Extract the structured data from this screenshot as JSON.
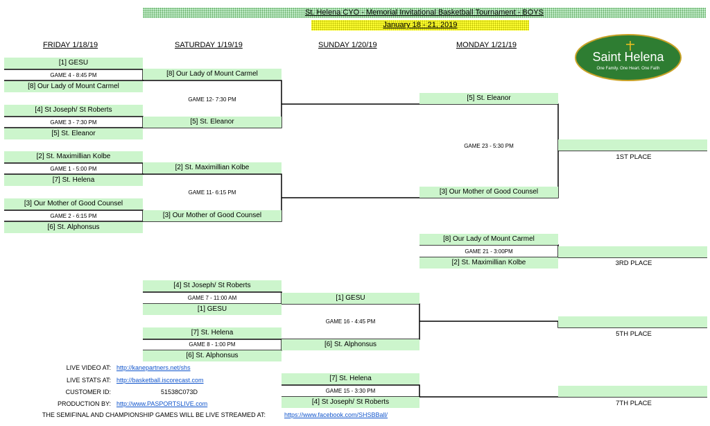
{
  "title": "St. Helena CYO - Memorial Invitational Basketball Tournament - BOYS",
  "dates": "January 18 - 21, 2019",
  "days": [
    "FRIDAY 1/18/19",
    "SATURDAY 1/19/19",
    "SUNDAY 1/20/19",
    "MONDAY 1/21/19"
  ],
  "logo": {
    "name": "Saint Helena",
    "tagline": "One Family. One Heart. One Faith",
    "color": "#2e7d32",
    "accent": "#f0c020"
  },
  "cells": {
    "f1": "[1] GESU",
    "f2": "[8] Our Lady of Mount Carmel",
    "f3": "[4] St Joseph/ St Roberts",
    "f4": "[5] St. Eleanor",
    "f5": "[2] St. Maximillian Kolbe",
    "f6": "[7] St. Helena",
    "f7": "[3] Our Mother of Good Counsel",
    "f8": "[6] St. Alphonsus",
    "s1": "[8] Our Lady of Mount Carmel",
    "s2": "[5] St. Eleanor",
    "s3": "[2] St. Maximillian Kolbe",
    "s4": "[3] Our Mother of Good Counsel",
    "s5": "[4] St Joseph/ St Roberts",
    "s6": "[1] GESU",
    "s7": "[7] St. Helena",
    "s8": "[6] St. Alphonsus",
    "u1": "[1] GESU",
    "u2": "[6] St. Alphonsus",
    "u3": "[7] St. Helena",
    "u4": "[4] St Joseph/ St Roberts",
    "m1": "[5] St. Eleanor",
    "m2": "[3] Our Mother of Good Counsel",
    "m3": "[8] Our Lady of Mount Carmel",
    "m4": "[2] St. Maximillian Kolbe"
  },
  "games": {
    "g4": "GAME 4 - 8:45 PM",
    "g3": "GAME 3 - 7:30 PM",
    "g1": "GAME 1 - 5:00 PM",
    "g2": "GAME 2 - 6:15 PM",
    "g12": "GAME 12- 7:30 PM",
    "g11": "GAME 11- 6:15 PM",
    "g7": "GAME 7 - 11:00 AM",
    "g8": "GAME 8 - 1:00 PM",
    "g16": "GAME 16 - 4:45 PM",
    "g15": "GAME 15 - 3:30 PM",
    "g23": "GAME 23 - 5:30 PM",
    "g21": "GAME 21 - 3:00PM"
  },
  "places": {
    "first": "1ST PLACE",
    "third": "3RD PLACE",
    "fifth": "5TH PLACE",
    "seventh": "7TH PLACE"
  },
  "info": {
    "video_label": "LIVE VIDEO AT:",
    "video_link": "http://kanepartners.net/shs",
    "stats_label": "LIVE STATS AT:",
    "stats_link": "http://basketball.iscorecast.com",
    "customer_label": "CUSTOMER ID:",
    "customer_id": "51538C073D",
    "production_label": "PRODUCTION BY:",
    "production_link": "http://www.PASPORTSLIVE.com",
    "stream_label": "THE SEMIFINAL AND CHAMPIONSHIP GAMES WILL BE LIVE STREAMED AT:",
    "stream_link": "https://www.facebook.com/SHSBBall/"
  }
}
